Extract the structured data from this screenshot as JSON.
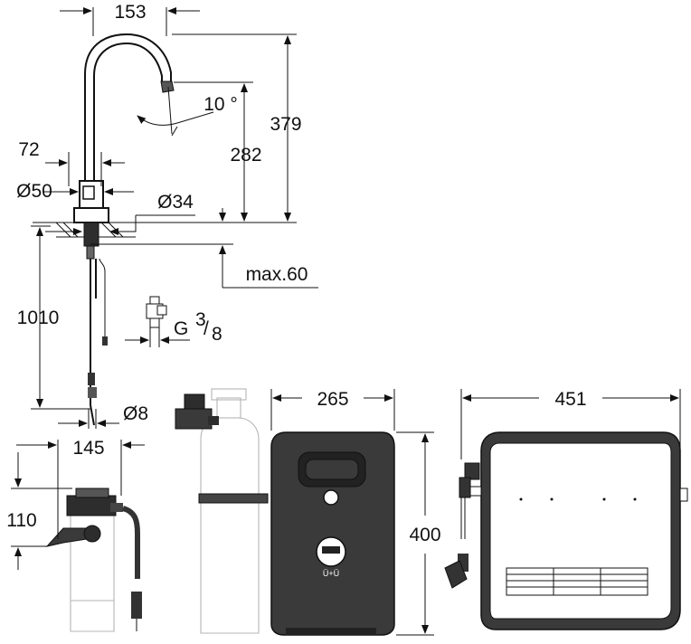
{
  "labels": {
    "spout_reach": "153",
    "total_height": "379",
    "spout_angle": "10 °",
    "spout_height": "282",
    "lever_offset": "72",
    "body_diameter": "Ø50",
    "hole_diameter": "Ø34",
    "max_thickness": "max.60",
    "hose_length": "1010",
    "thread_main": "G",
    "thread_num": "3",
    "thread_den": "8",
    "hose_diameter": "Ø8",
    "filter_head_width": "145",
    "filter_head_height": "110",
    "cooler_depth": "265",
    "cooler_height": "400",
    "cooler_width": "451",
    "cooler_panel_text": "Ü+Ü"
  },
  "colors": {
    "line": "#111111",
    "unit_dark": "#3a3a3a",
    "outline_grey": "#b5b5b5"
  }
}
